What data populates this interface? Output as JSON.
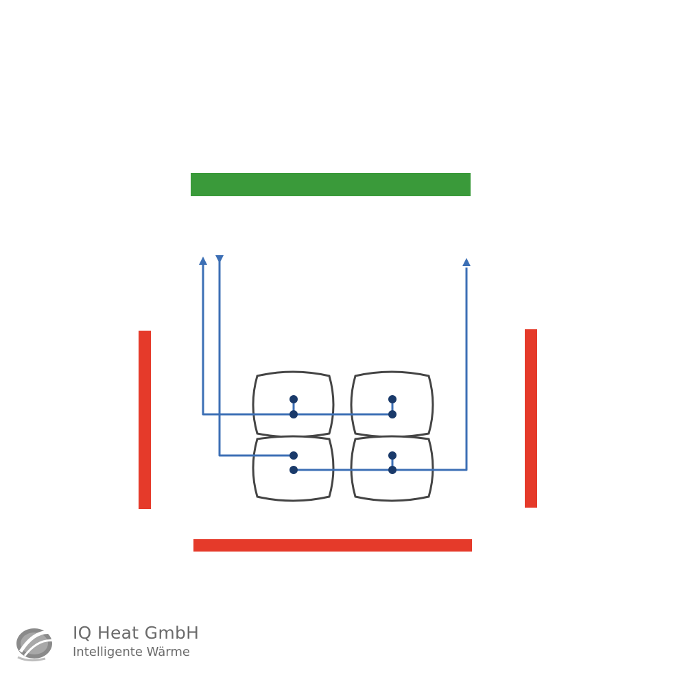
{
  "brand": {
    "name": "IQ Heat GmbH",
    "tagline": "Intelligente Wärme"
  },
  "diagram": {
    "description_type": "heating-panel-layout",
    "colors": {
      "top_bar": "#3a9a3a",
      "side_bars": "#e53a2a",
      "bottom_bar": "#e53a2a",
      "pipes": "#3c6fb5",
      "nodes": "#1a3a6a",
      "module_outline": "#444444",
      "logo": "#8a8a8a"
    },
    "modules": {
      "rows": 2,
      "columns": 2
    }
  }
}
